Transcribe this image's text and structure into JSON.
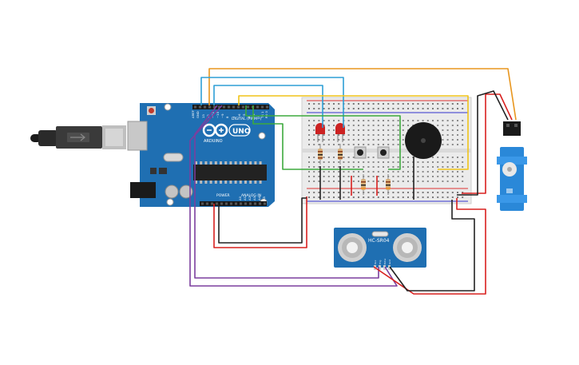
{
  "arduino": {
    "brand": "ARDUINO",
    "model": "UNO",
    "digital_header": "DIGITAL (PWM~)",
    "power_header": "POWER",
    "analog_header": "ANALOG IN",
    "aref_label": "AREF",
    "gnd_label": "GND",
    "pin_13": "13",
    "pin_12": "12",
    "pin_11": "~11",
    "pin_10": "~10",
    "pin_9": "~9",
    "pin_8": "8",
    "pin_7": "7",
    "pin_6": "~6",
    "pin_5": "~5",
    "pin_4": "4",
    "pin_3": "~3",
    "pin_2": "2",
    "pin_1": "TX 1",
    "pin_0": "RX 0",
    "pin_a0": "A0",
    "pin_a1": "A1",
    "pin_a2": "A2",
    "pin_a3": "A3",
    "pin_a4": "A4",
    "pin_a5": "A5"
  },
  "sensor": {
    "model": "HC-SR04",
    "pin_vcc": "Vcc",
    "pin_trig": "Trig",
    "pin_echo": "Echo",
    "pin_gnd": "Gnd"
  },
  "colors": {
    "board": "#1f6fb2",
    "wire_orange": "#e8961e",
    "wire_blue": "#2e9fd6",
    "wire_purple": "#7b3f9e",
    "wire_green": "#3daa3d",
    "wire_yellow": "#f0c419",
    "wire_red": "#d8201f",
    "wire_black": "#222222",
    "breadboard": "#ebebeb",
    "led": "#cc2222"
  }
}
